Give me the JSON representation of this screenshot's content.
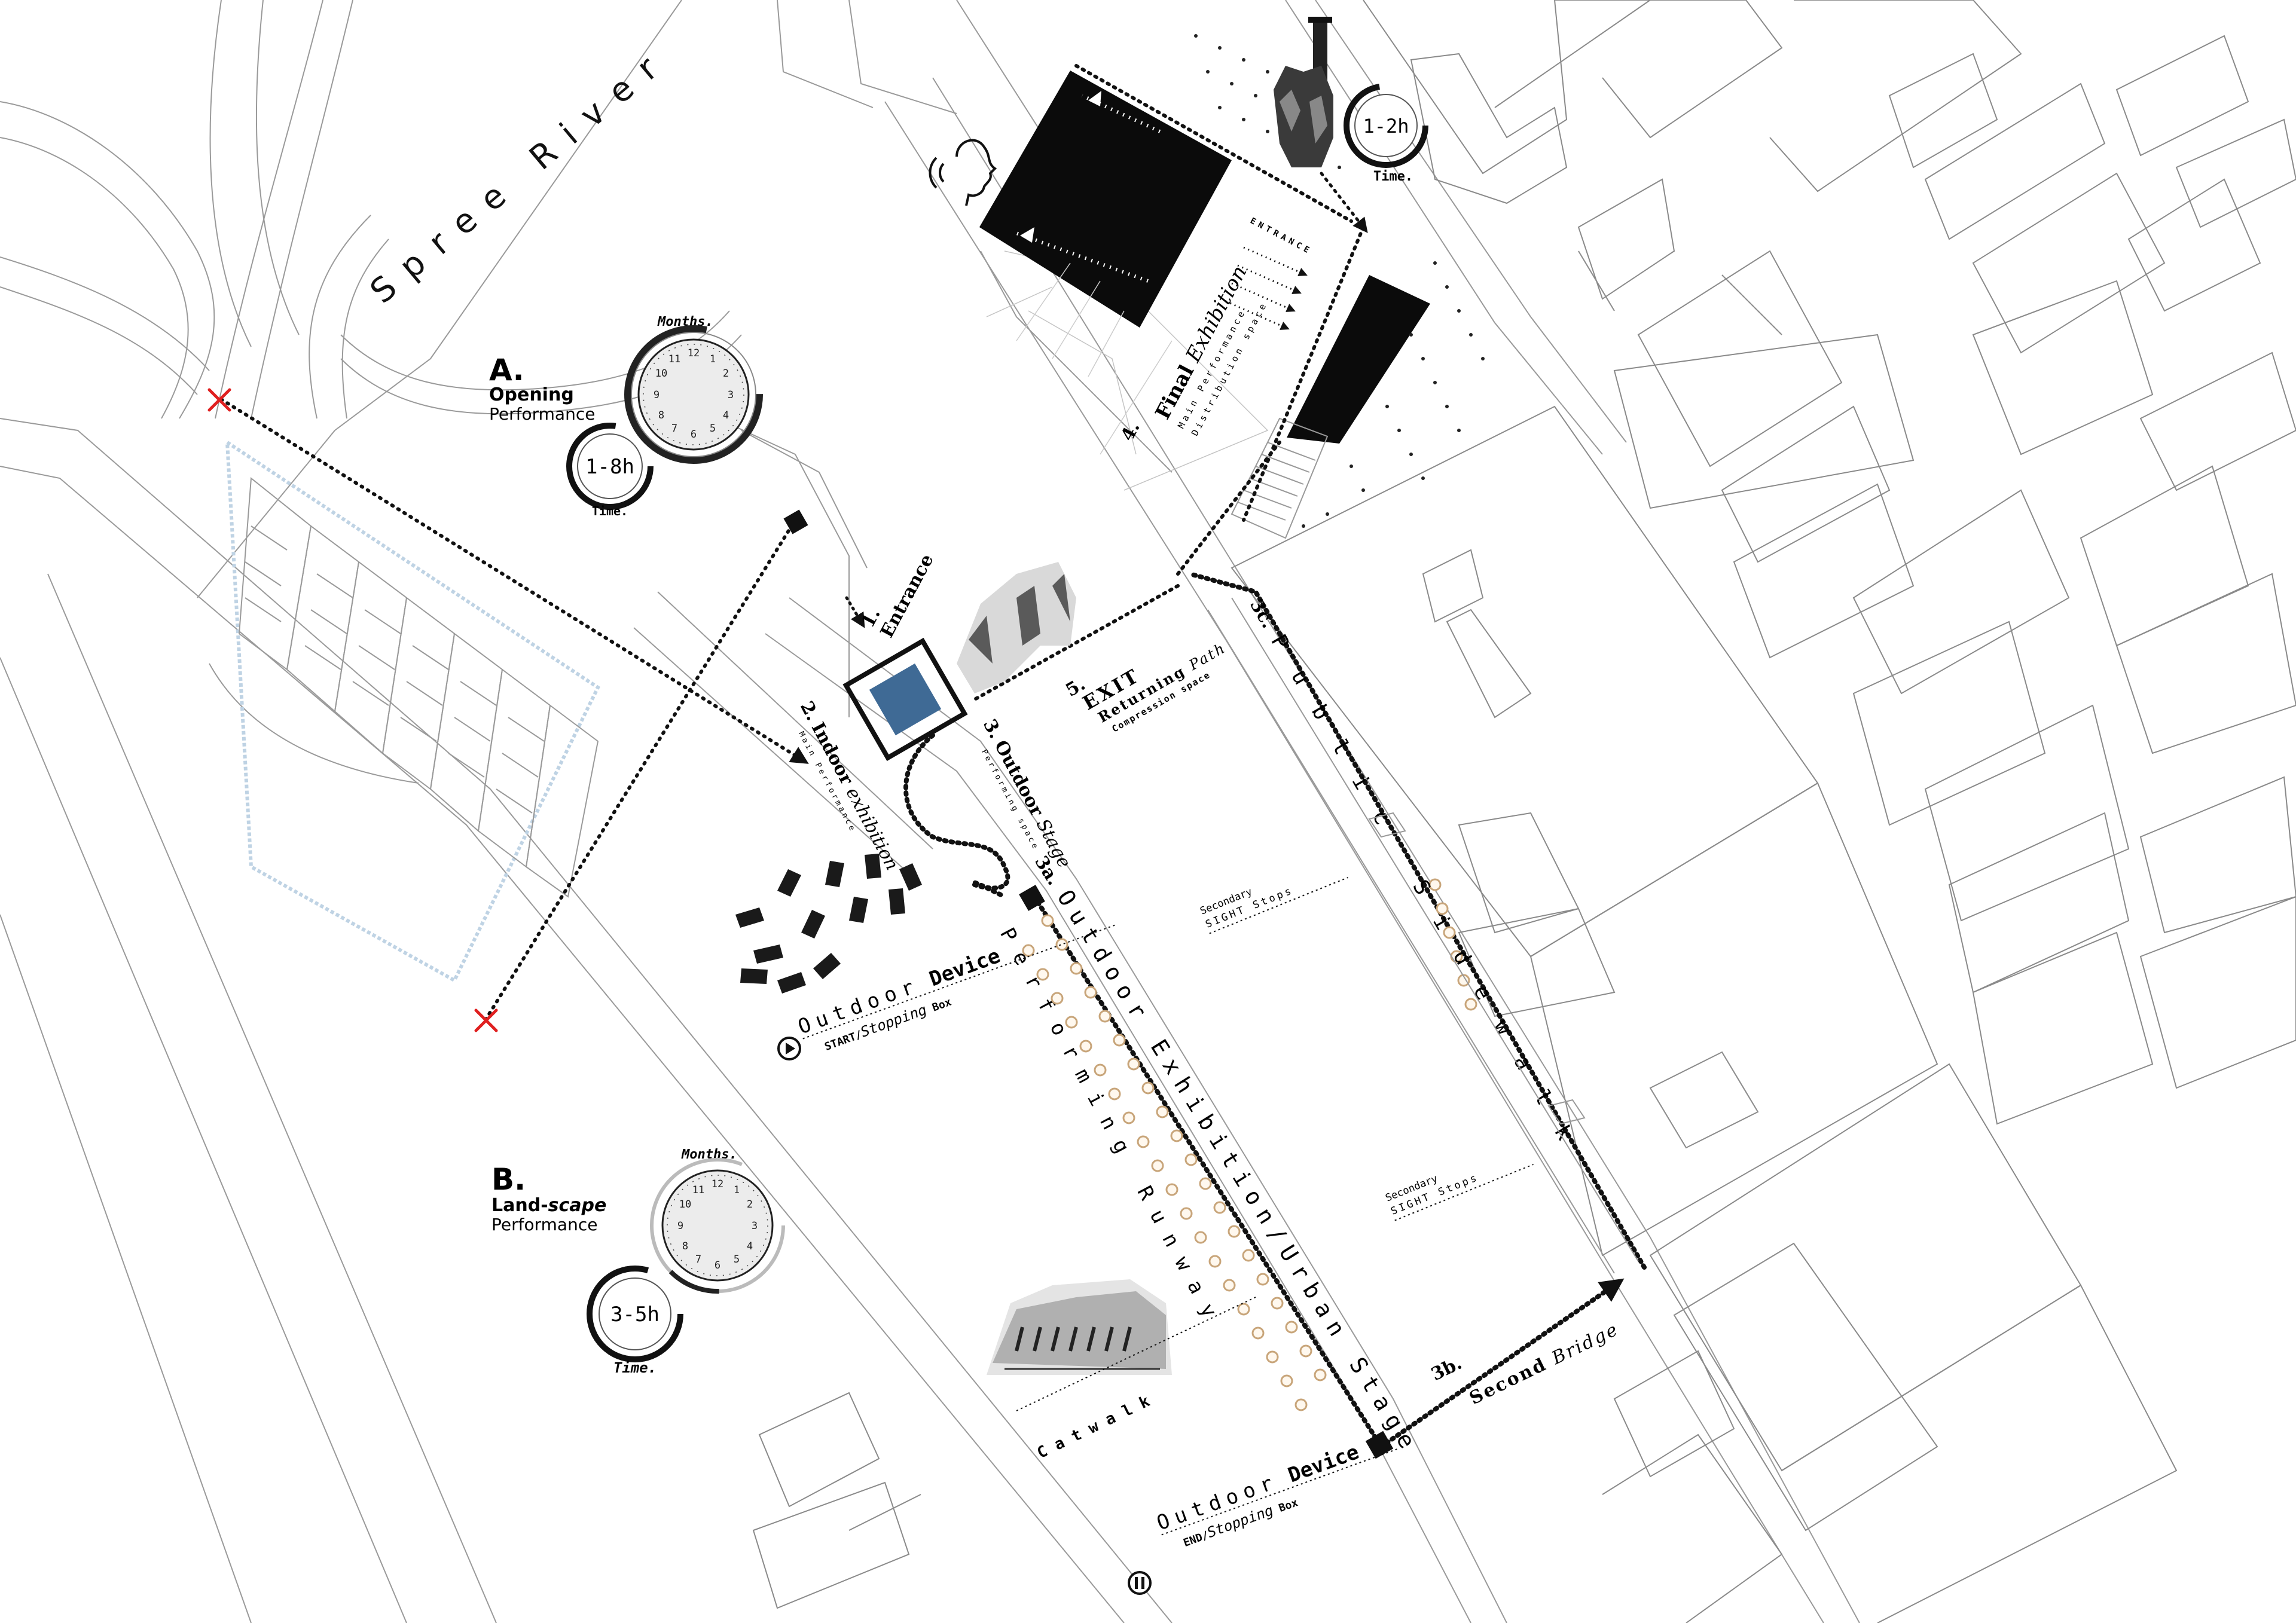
{
  "river": {
    "label": "Spree River"
  },
  "performance_a": {
    "letter": "A.",
    "title": "Opening",
    "subtitle": "Performance",
    "months_label": "Months.",
    "duration": "1-8h",
    "time_label": "Time.",
    "clock_numbers": [
      "12",
      "1",
      "2",
      "3",
      "4",
      "5",
      "6",
      "7",
      "8",
      "9",
      "10",
      "11"
    ]
  },
  "performance_b": {
    "letter": "B.",
    "title_main": "Land-",
    "title_em": "scape",
    "subtitle": "Performance",
    "months_label": "Months.",
    "duration": "3-5h",
    "time_label": "Time."
  },
  "final_timer": {
    "duration": "1-2h",
    "time_label": "Time."
  },
  "stations": {
    "s1": {
      "num": "1.",
      "label": "Entrance"
    },
    "s2": {
      "num": "2.",
      "label_main": "Indoor",
      "label_em": "exhibition",
      "sub": "Main Performance"
    },
    "s3": {
      "num": "3.",
      "label_main": "Outdoor",
      "label_em": "Stage",
      "sub": "Performing space"
    },
    "s3a": {
      "num": "3a.",
      "label": "Outdoor Exhibition/Urban Stage"
    },
    "s3b": {
      "num": "3b.",
      "label_main": "Second",
      "label_em": "Bridge"
    },
    "s3c": {
      "num": "3c.",
      "label": "Public Sidewalk"
    },
    "s4": {
      "num": "4.",
      "label_main": "Final",
      "label_em": "Exhibition",
      "sub1": "Main Performance",
      "sub2": "Distribution space",
      "entrance": "ENTRANCE"
    },
    "s5": {
      "num": "5.",
      "label": "EXIT",
      "label2_main": "Returning",
      "label2_em": "Path",
      "sub": "Compression space"
    }
  },
  "runway": {
    "label": "Performing Runway",
    "catwalk": "Catwalk"
  },
  "device_start": {
    "title_light": "Outdoor",
    "title_bold": "Device",
    "sub": "START/",
    "sub_em": "Stopping",
    "sub_bold": "Box"
  },
  "device_end": {
    "title_light": "Outdoor",
    "title_bold": "Device",
    "sub": "END/",
    "sub_em": "Stopping",
    "sub_bold": "Box"
  },
  "sight_stops": [
    {
      "line1": "Secondary",
      "line2": "SIGHT Stops"
    },
    {
      "line1": "Secondary",
      "line2": "SIGHT Stops"
    }
  ],
  "colors": {
    "route": "#111111",
    "marker": "#e02020",
    "box_fill": "#3f6a95",
    "lamp": "#c8a57a",
    "base": "#8a8a8a"
  },
  "icons": [
    "play-icon",
    "pause-icon",
    "listening-head-icon",
    "cross-marker-icon"
  ]
}
